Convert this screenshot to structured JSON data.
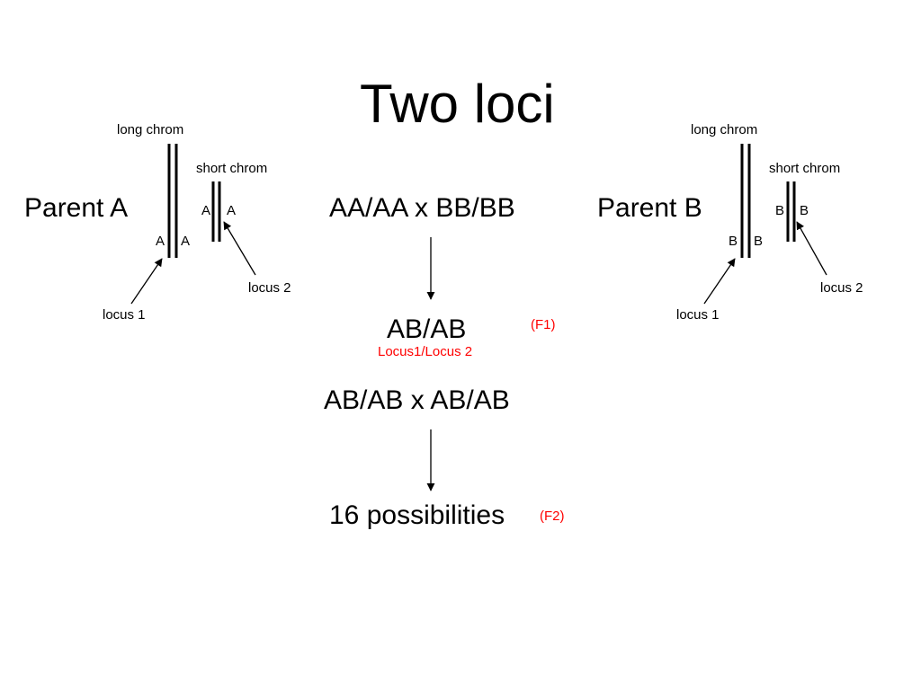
{
  "title": "Two loci",
  "parent_a": {
    "label": "Parent A",
    "long_chrom_label": "long chrom",
    "short_chrom_label": "short chrom",
    "long_allele_left": "A",
    "long_allele_right": "A",
    "short_allele_left": "A",
    "short_allele_right": "A",
    "locus1_label": "locus 1",
    "locus2_label": "locus 2"
  },
  "parent_b": {
    "label": "Parent B",
    "long_chrom_label": "long chrom",
    "short_chrom_label": "short chrom",
    "long_allele_left": "B",
    "long_allele_right": "B",
    "short_allele_left": "B",
    "short_allele_right": "B",
    "locus1_label": "locus 1",
    "locus2_label": "locus 2"
  },
  "cross": {
    "parental": "AA/AA x BB/BB",
    "f1_genotype": "AB/AB",
    "f1_tag": "(F1)",
    "f1_note": "Locus1/Locus 2",
    "f1_cross": "AB/AB x AB/AB",
    "f2_result": "16 possibilities",
    "f2_tag": "(F2)"
  },
  "colors": {
    "text": "#000000",
    "accent": "#ff0000",
    "background": "#ffffff"
  }
}
